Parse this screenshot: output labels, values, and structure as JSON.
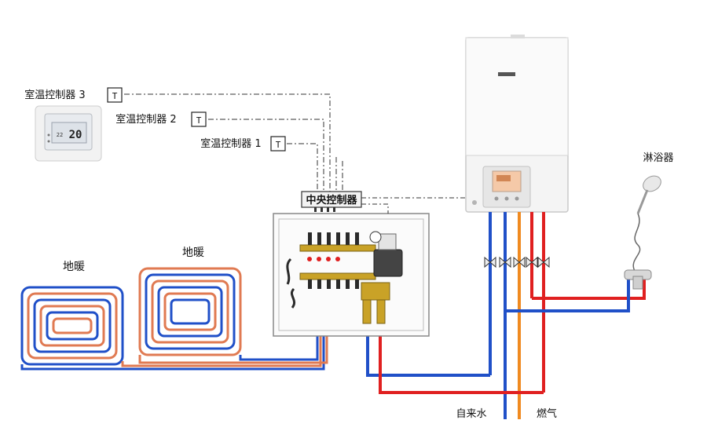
{
  "controllers": [
    {
      "label": "室温控制器 3",
      "t": "T"
    },
    {
      "label": "室温控制器 2",
      "t": "T"
    },
    {
      "label": "室温控制器 1",
      "t": "T"
    }
  ],
  "thermostat": {
    "temp": "20",
    "sub": "22"
  },
  "central_controller": {
    "label": "中央控制器"
  },
  "floor_heating": [
    {
      "label": "地暖"
    },
    {
      "label": "地暖"
    }
  ],
  "shower": {
    "label": "淋浴器"
  },
  "pipes": [
    {
      "label": "自来水"
    },
    {
      "label": "燃气"
    }
  ],
  "colors": {
    "supply": "#e02020",
    "return": "#2050c8",
    "gas": "#f08a20",
    "wire": "#222222"
  }
}
